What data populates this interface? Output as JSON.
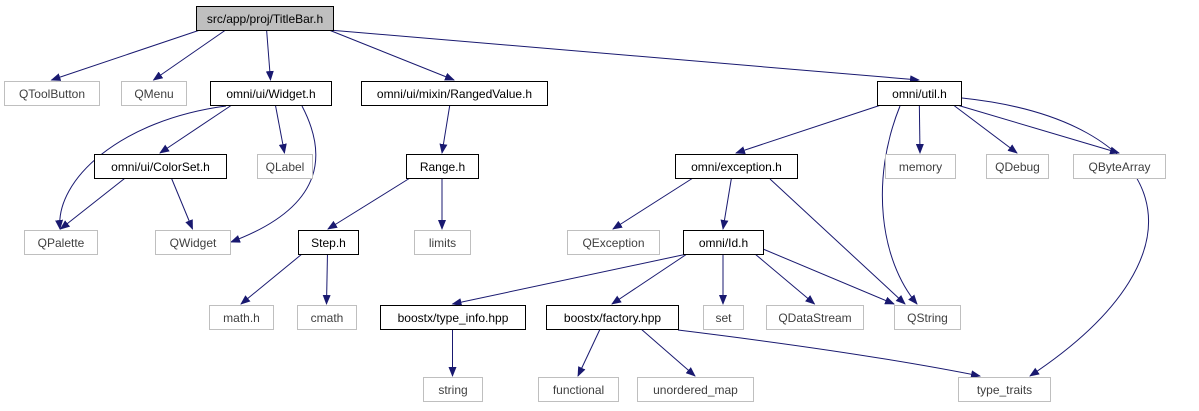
{
  "colors": {
    "edge": "#191970",
    "root_fill": "#bfbfbf",
    "root_border": "#000000",
    "solid_border": "#000000",
    "external_border": "#bfbfbf",
    "node_fill": "#ffffff",
    "text_solid": "#000000",
    "text_external": "#404040"
  },
  "nodes": [
    {
      "id": "titlebar",
      "label": "src/app/proj/TitleBar.h",
      "kind": "root"
    },
    {
      "id": "qtoolbutton",
      "label": "QToolButton",
      "kind": "external"
    },
    {
      "id": "qmenu",
      "label": "QMenu",
      "kind": "external"
    },
    {
      "id": "widget",
      "label": "omni/ui/Widget.h",
      "kind": "solid"
    },
    {
      "id": "rangedvalue",
      "label": "omni/ui/mixin/RangedValue.h",
      "kind": "solid"
    },
    {
      "id": "util",
      "label": "omni/util.h",
      "kind": "solid"
    },
    {
      "id": "colorset",
      "label": "omni/ui/ColorSet.h",
      "kind": "solid"
    },
    {
      "id": "qlabel",
      "label": "QLabel",
      "kind": "external"
    },
    {
      "id": "range",
      "label": "Range.h",
      "kind": "solid"
    },
    {
      "id": "exception",
      "label": "omni/exception.h",
      "kind": "solid"
    },
    {
      "id": "memory",
      "label": "memory",
      "kind": "external"
    },
    {
      "id": "qdebug",
      "label": "QDebug",
      "kind": "external"
    },
    {
      "id": "qbytearray",
      "label": "QByteArray",
      "kind": "external"
    },
    {
      "id": "qpalette",
      "label": "QPalette",
      "kind": "external"
    },
    {
      "id": "qwidget",
      "label": "QWidget",
      "kind": "external"
    },
    {
      "id": "step",
      "label": "Step.h",
      "kind": "solid"
    },
    {
      "id": "limits",
      "label": "limits",
      "kind": "external"
    },
    {
      "id": "qexception",
      "label": "QException",
      "kind": "external"
    },
    {
      "id": "id",
      "label": "omni/Id.h",
      "kind": "solid"
    },
    {
      "id": "mathh",
      "label": "math.h",
      "kind": "external"
    },
    {
      "id": "cmath",
      "label": "cmath",
      "kind": "external"
    },
    {
      "id": "typeinfo",
      "label": "boostx/type_info.hpp",
      "kind": "solid"
    },
    {
      "id": "factory",
      "label": "boostx/factory.hpp",
      "kind": "solid"
    },
    {
      "id": "set",
      "label": "set",
      "kind": "external"
    },
    {
      "id": "qdatastream",
      "label": "QDataStream",
      "kind": "external"
    },
    {
      "id": "qstring",
      "label": "QString",
      "kind": "external"
    },
    {
      "id": "string",
      "label": "string",
      "kind": "external"
    },
    {
      "id": "functional",
      "label": "functional",
      "kind": "external"
    },
    {
      "id": "unordered_map",
      "label": "unordered_map",
      "kind": "external"
    },
    {
      "id": "type_traits",
      "label": "type_traits",
      "kind": "external"
    }
  ],
  "edges": [
    {
      "from": "titlebar",
      "to": "qtoolbutton"
    },
    {
      "from": "titlebar",
      "to": "qmenu"
    },
    {
      "from": "titlebar",
      "to": "widget"
    },
    {
      "from": "titlebar",
      "to": "rangedvalue"
    },
    {
      "from": "titlebar",
      "to": "util"
    },
    {
      "from": "widget",
      "to": "colorset"
    },
    {
      "from": "widget",
      "to": "qlabel"
    },
    {
      "from": "widget",
      "to": "qpalette"
    },
    {
      "from": "widget",
      "to": "qwidget"
    },
    {
      "from": "colorset",
      "to": "qpalette"
    },
    {
      "from": "colorset",
      "to": "qwidget"
    },
    {
      "from": "rangedvalue",
      "to": "range"
    },
    {
      "from": "range",
      "to": "step"
    },
    {
      "from": "range",
      "to": "limits"
    },
    {
      "from": "step",
      "to": "mathh"
    },
    {
      "from": "step",
      "to": "cmath"
    },
    {
      "from": "util",
      "to": "exception"
    },
    {
      "from": "util",
      "to": "memory"
    },
    {
      "from": "util",
      "to": "qdebug"
    },
    {
      "from": "util",
      "to": "qbytearray"
    },
    {
      "from": "util",
      "to": "qstring"
    },
    {
      "from": "util",
      "to": "type_traits"
    },
    {
      "from": "exception",
      "to": "qexception"
    },
    {
      "from": "exception",
      "to": "id"
    },
    {
      "from": "exception",
      "to": "qstring"
    },
    {
      "from": "id",
      "to": "typeinfo"
    },
    {
      "from": "id",
      "to": "factory"
    },
    {
      "from": "id",
      "to": "set"
    },
    {
      "from": "id",
      "to": "qdatastream"
    },
    {
      "from": "id",
      "to": "qstring"
    },
    {
      "from": "typeinfo",
      "to": "string"
    },
    {
      "from": "factory",
      "to": "functional"
    },
    {
      "from": "factory",
      "to": "unordered_map"
    },
    {
      "from": "factory",
      "to": "type_traits"
    }
  ]
}
